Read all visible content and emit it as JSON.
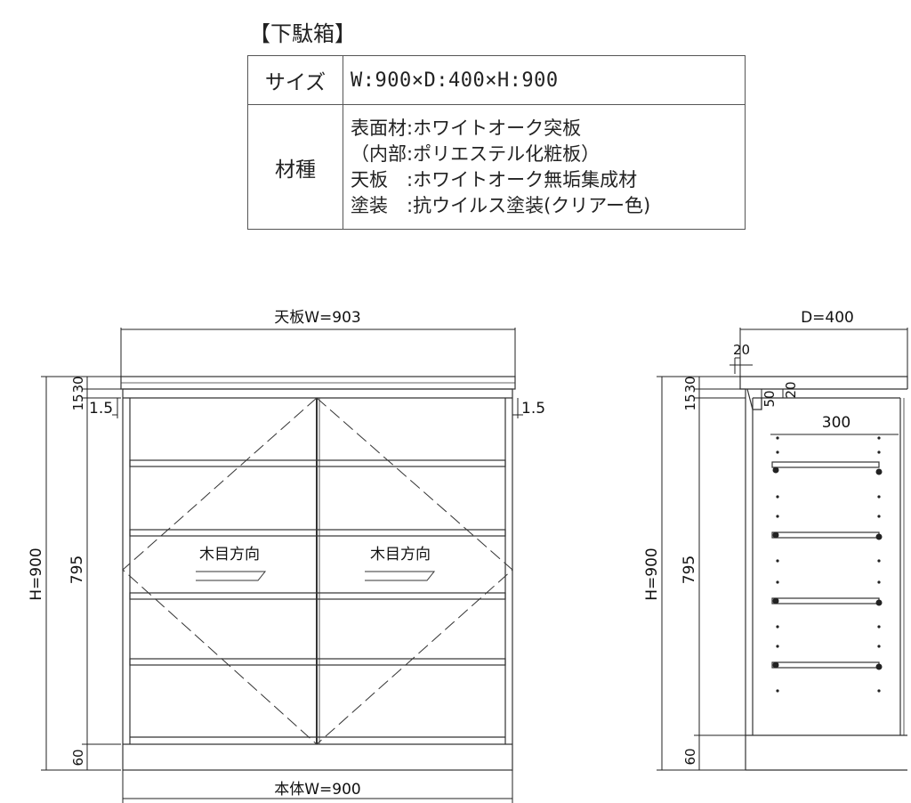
{
  "title": "【下駄箱】",
  "spec": {
    "size_label": "サイズ",
    "size_value": "W:900×D:400×H:900",
    "material_label": "材種",
    "material_lines": [
      "表面材:ホワイトオーク突板",
      "（内部:ポリエステル化粧板）",
      "天板　:ホワイトオーク無垢集成材",
      "塗装　:抗ウイルス塗装(クリアー色)"
    ]
  },
  "front": {
    "top_width": "天板W=903",
    "body_width": "本体W=900",
    "height_total": "H=900",
    "height_body": "795",
    "dim_15": "15",
    "dim_30": "30",
    "dim_60": "60",
    "offset_left": "1.5",
    "offset_right": "1.5",
    "grain_left": "木目方向",
    "grain_right": "木目方向"
  },
  "side": {
    "depth": "D=400",
    "dim_20_top": "20",
    "dim_50": "50",
    "dim_20": "20",
    "shelf_depth": "300",
    "height_total": "H=900",
    "height_body": "795",
    "dim_15": "15",
    "dim_30": "30",
    "dim_60": "60"
  }
}
